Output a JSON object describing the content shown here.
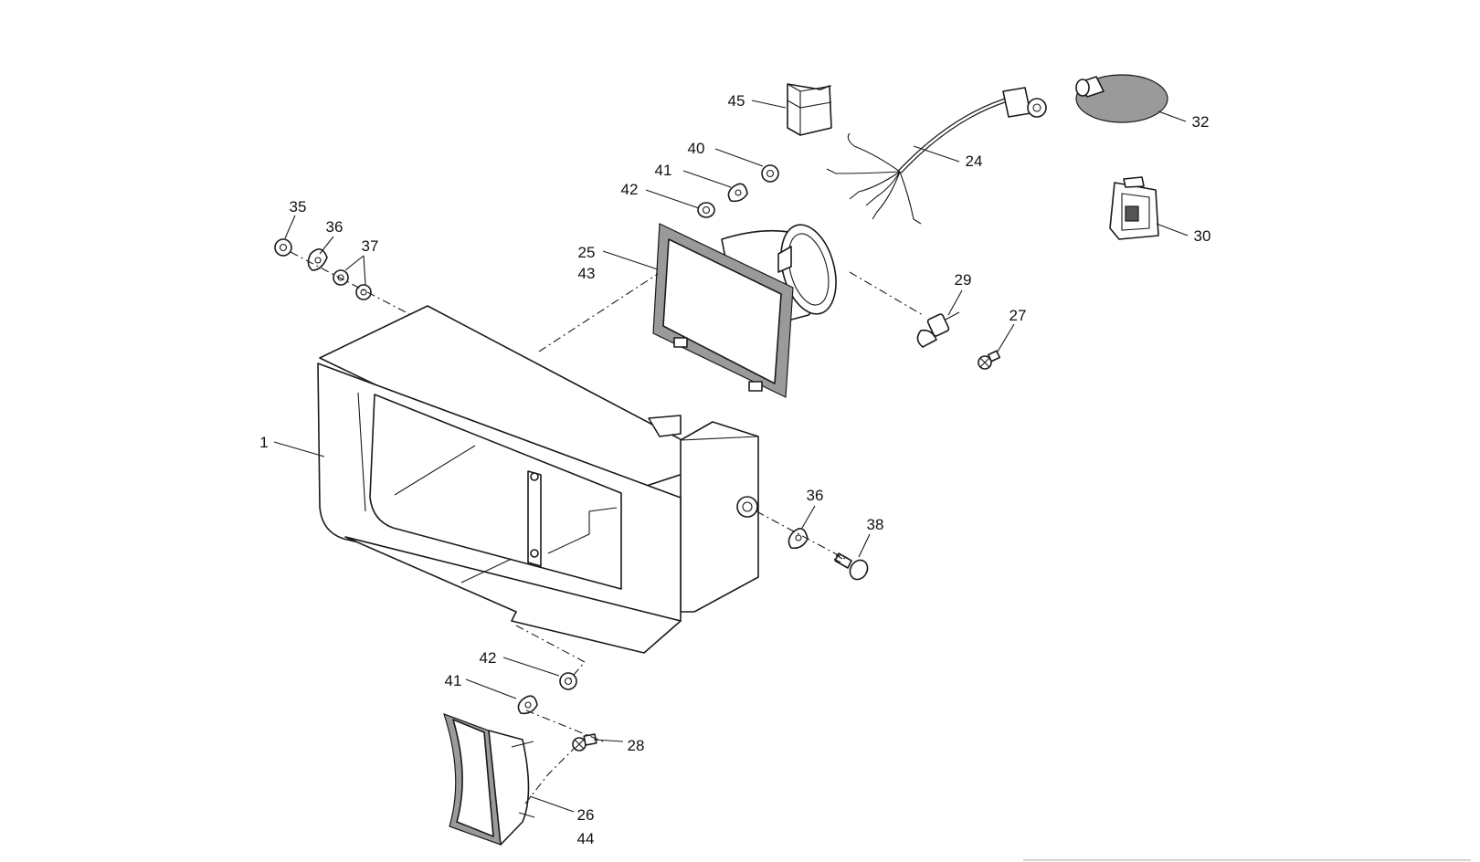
{
  "diagram": {
    "type": "exploded-parts-diagram",
    "callouts": {
      "c1": "1",
      "c24": "24",
      "c25": "25",
      "c43": "43",
      "c26": "26",
      "c44": "44",
      "c27": "27",
      "c28": "28",
      "c29": "29",
      "c30": "30",
      "c32": "32",
      "c35": "35",
      "c36a": "36",
      "c36b": "36",
      "c37": "37",
      "c38": "38",
      "c40": "40",
      "c41a": "41",
      "c41b": "41",
      "c42a": "42",
      "c42b": "42",
      "c45": "45"
    }
  }
}
